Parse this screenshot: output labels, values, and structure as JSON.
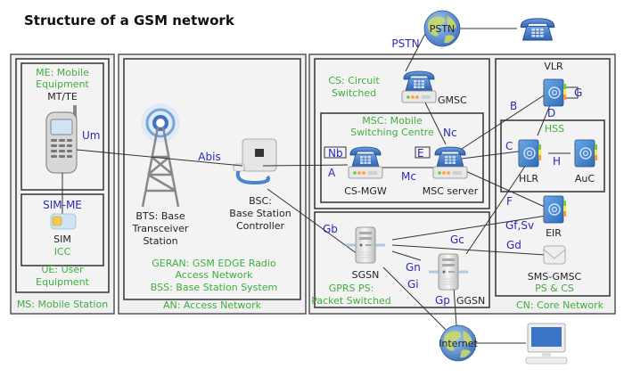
{
  "title": "Structure of a GSM network",
  "regions": {
    "ms": "MS: Mobile Station",
    "ue": [
      "UE: User",
      "Equipment"
    ],
    "me": [
      "ME: Mobile",
      "Equipment"
    ],
    "an": "AN: Access Network",
    "geran": [
      "GERAN: GSM EDGE Radio",
      "Access Network",
      "BSS: Base Station System"
    ],
    "cs": [
      "CS: Circuit",
      "Switched"
    ],
    "msc": [
      "MSC: Mobile",
      "Switching Centre"
    ],
    "gprs": [
      "GPRS PS:",
      "Packet Switched"
    ],
    "cn": "CN: Core Network",
    "hss": "HSS",
    "ps_cs": "PS & CS",
    "icc": "ICC"
  },
  "nodes": {
    "mt_te": "MT/TE",
    "sim": "SIM",
    "bts": [
      "BTS: Base",
      "Transceiver",
      "Station"
    ],
    "bsc": [
      "BSC:",
      "Base Station",
      "Controller"
    ],
    "gmsc": "GMSC",
    "cs_mgw": "CS-MGW",
    "msc_server": "MSC server",
    "vlr": "VLR",
    "hlr": "HLR",
    "auc": "AuC",
    "eir": "EIR",
    "sms_gmsc": "SMS-GMSC",
    "sgsn": "SGSN",
    "ggsn": "GGSN",
    "pstn": "PSTN",
    "internet": "Internet"
  },
  "interfaces": {
    "um": "Um",
    "sim_me": "SIM-ME",
    "abis": "Abis",
    "a": "A",
    "nb": "Nb",
    "mc": "Mc",
    "nc": "Nc",
    "e": "E",
    "b": "B",
    "c": "C",
    "d": "D",
    "g": "G",
    "h": "H",
    "f": "F",
    "gf_sv": "Gf,Sv",
    "gd": "Gd",
    "gc": "Gc",
    "gb": "Gb",
    "gn": "Gn",
    "gi": "Gi",
    "gp": "Gp",
    "pstn": "PSTN"
  },
  "colors": {
    "green": "#3fae3f",
    "blue": "#2a2ab8",
    "icon_blue": "#3b74c4"
  }
}
